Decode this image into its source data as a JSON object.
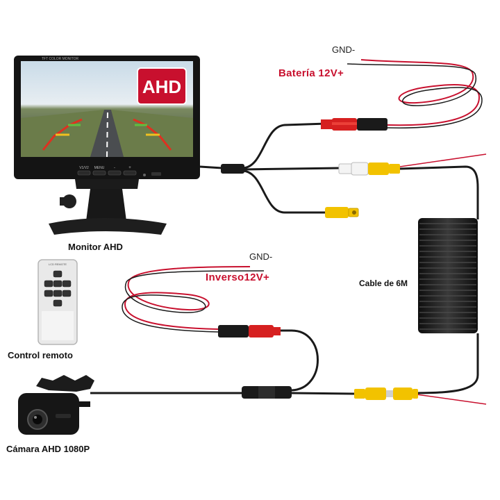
{
  "labels": {
    "gnd_top": "GND-",
    "battery": "Batería 12V+",
    "monitor": "Monitor AHD",
    "gnd_bottom": "GND-",
    "reverse": "Inverso12V+",
    "cable": "Cable de 6M",
    "remote": "Control remoto",
    "camera": "Cámara AHD 1080P"
  },
  "monitor": {
    "badge": "AHD",
    "brand": "TFT COLOR MONITOR",
    "buttons": [
      "V1/V2",
      "MENU",
      "-",
      "+"
    ]
  },
  "remote": {
    "brand": "LCD REMOTE"
  },
  "colors": {
    "wire_red": "#c8102e",
    "rca_yellow": "#f2c200",
    "rca_red": "#d62020",
    "rca_white": "#f4f4f4",
    "cable_black": "#1a1a1a"
  }
}
